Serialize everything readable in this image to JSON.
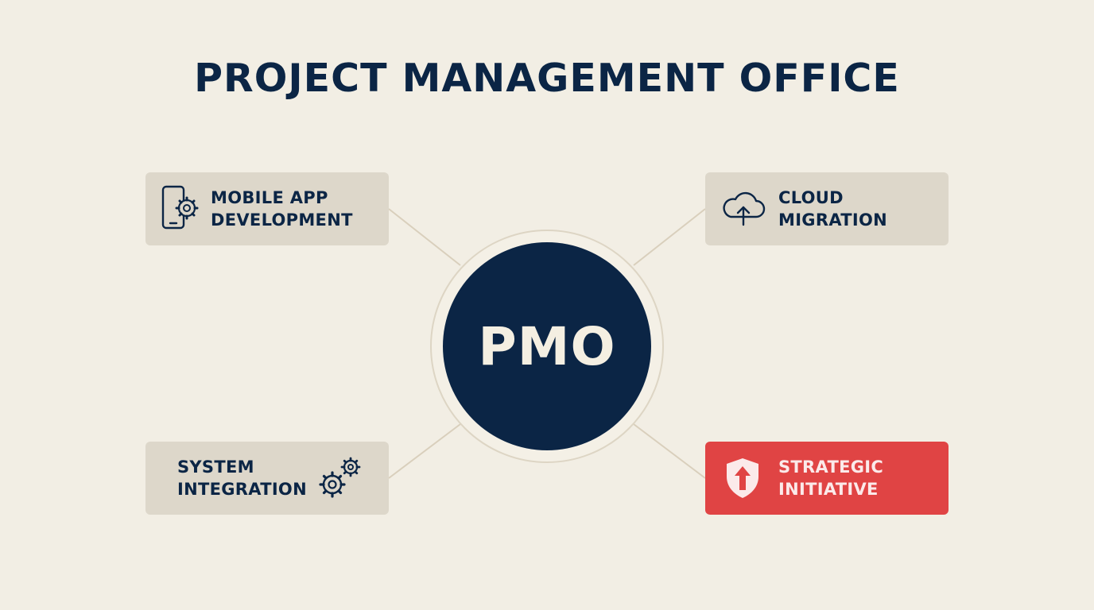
{
  "diagram": {
    "title": "PROJECT MANAGEMENT OFFICE",
    "hub": {
      "label": "PMO",
      "color": "#0b2545"
    },
    "nodes": [
      {
        "label": "MOBILE APP\nDEVELOPMENT",
        "icon": "mobile-gear-icon"
      },
      {
        "label": "CLOUD\nMIGRATION",
        "icon": "cloud-upload-icon"
      },
      {
        "label": "SYSTEM\nINTEGRATION",
        "icon": "gears-icon"
      },
      {
        "label": "STRATEGIC\nINITIATIVE",
        "icon": "shield-arrow-icon",
        "highlight_color": "#e04444"
      }
    ],
    "colors": {
      "background": "#f2eee4",
      "card": "#ddd7ca",
      "text": "#0b2545",
      "connector": "#d9cfbc"
    }
  }
}
